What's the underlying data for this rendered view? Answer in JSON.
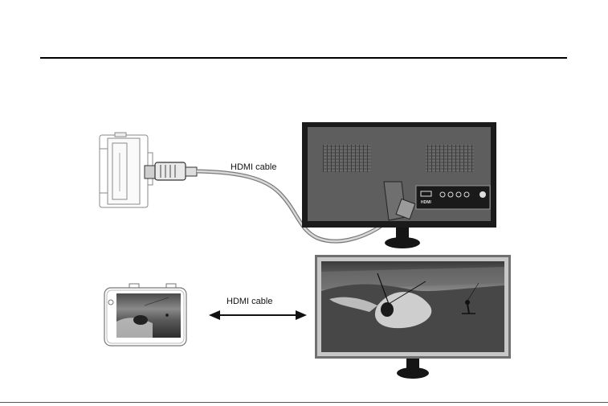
{
  "labels": {
    "cable_top": "HDMI cable",
    "cable_bottom": "HDMI cable",
    "tv_port": "HDMI"
  },
  "colors": {
    "tv_panel": "#5e5e5e",
    "tv_frame": "#1b1b1b",
    "monitor_frame": "#707070",
    "stand": "#151515",
    "cable": "#9a9a9a"
  },
  "icons": [
    "action-camera-icon",
    "hdmi-plug-icon",
    "double-arrow-icon",
    "tv-icon",
    "monitor-icon"
  ]
}
